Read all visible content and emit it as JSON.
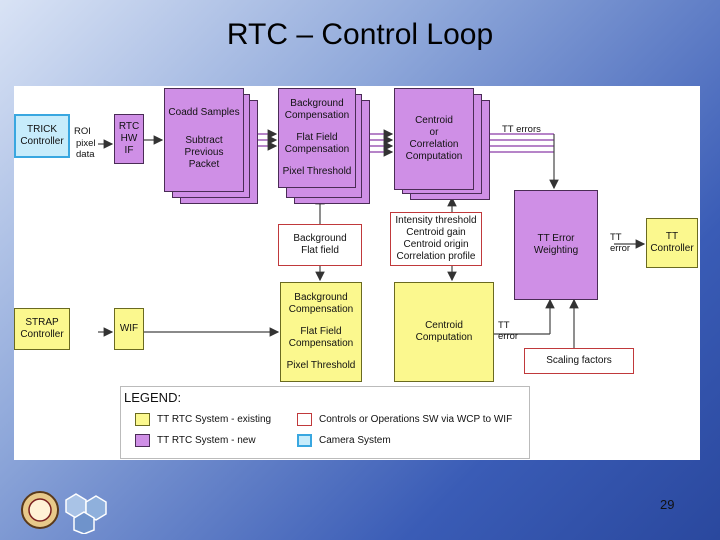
{
  "title": "RTC – Control Loop",
  "page_number": "29",
  "boxes": {
    "trick": "TRICK\nController",
    "rtc_hw_if": "RTC\nHW\nIF",
    "coadd": "Coadd Samples",
    "subtract": "Subtract\nPrevious\nPacket",
    "bg_comp_top": "Background\nCompensation",
    "flat_top": "Flat Field\nCompensation",
    "pix_top": "Pixel Threshold",
    "centroid_top": "Centroid\nor\nCorrelation\nComputation",
    "bg_flat": "Background\nFlat field",
    "params": "Intensity threshold\nCentroid gain\nCentroid origin\nCorrelation profile",
    "tt_weighting": "TT Error\nWeighting",
    "tt_controller": "TT\nController",
    "strap": "STRAP\nController",
    "wif": "WIF",
    "bg_comp_bot": "Background\nCompensation",
    "flat_bot": "Flat Field\nCompensation",
    "pix_bot": "Pixel Threshold",
    "centroid_bot": "Centroid\nComputation",
    "scaling": "Scaling factors"
  },
  "labels": {
    "roi": "ROI",
    "pixel_data": "pixel\ndata",
    "tt_errors": "TT errors",
    "tt_error_right": "TT\nerror",
    "tt_error_bot": "TT\nerror"
  },
  "legend": {
    "title": "LEGEND:",
    "existing": "TT RTC System - existing",
    "new": "TT RTC System - new",
    "controls": "Controls or Operations SW via WCP to WIF",
    "camera": "Camera System"
  }
}
